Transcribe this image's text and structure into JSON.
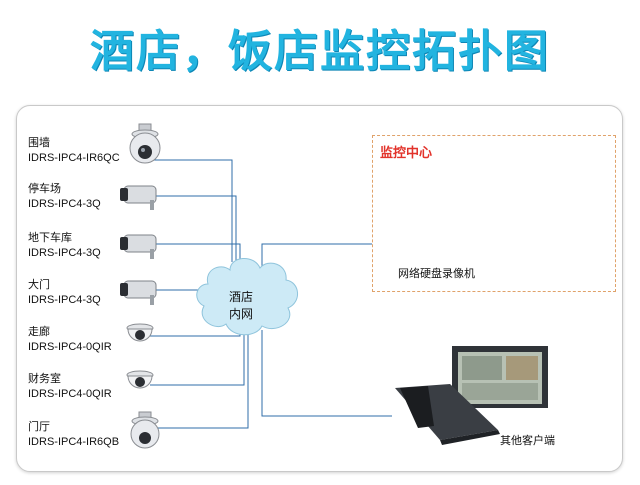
{
  "title": "酒店，饭店监控拓扑图",
  "cameras": [
    {
      "name": "围墙",
      "model": "IDRS-IPC4-IR6QC"
    },
    {
      "name": "停车场",
      "model": "IDRS-IPC4-3Q"
    },
    {
      "name": "地下车库",
      "model": "IDRS-IPC4-3Q"
    },
    {
      "name": "大门",
      "model": "IDRS-IPC4-3Q"
    },
    {
      "name": "走廊",
      "model": "IDRS-IPC4-0QIR"
    },
    {
      "name": "财务室",
      "model": "IDRS-IPC4-0QIR"
    },
    {
      "name": "门厅",
      "model": "IDRS-IPC4-IR6QB"
    }
  ],
  "network": {
    "line1": "酒店",
    "line2": "内网"
  },
  "monitor_center": {
    "title": "监控中心",
    "recorder_label": "网络硬盘录像机"
  },
  "client": {
    "label": "其他客户端"
  },
  "colors": {
    "title": "#22b4e0",
    "lines": "#2f6ea8",
    "cloud": "#cdeaf6",
    "center_title": "#e2332b"
  }
}
